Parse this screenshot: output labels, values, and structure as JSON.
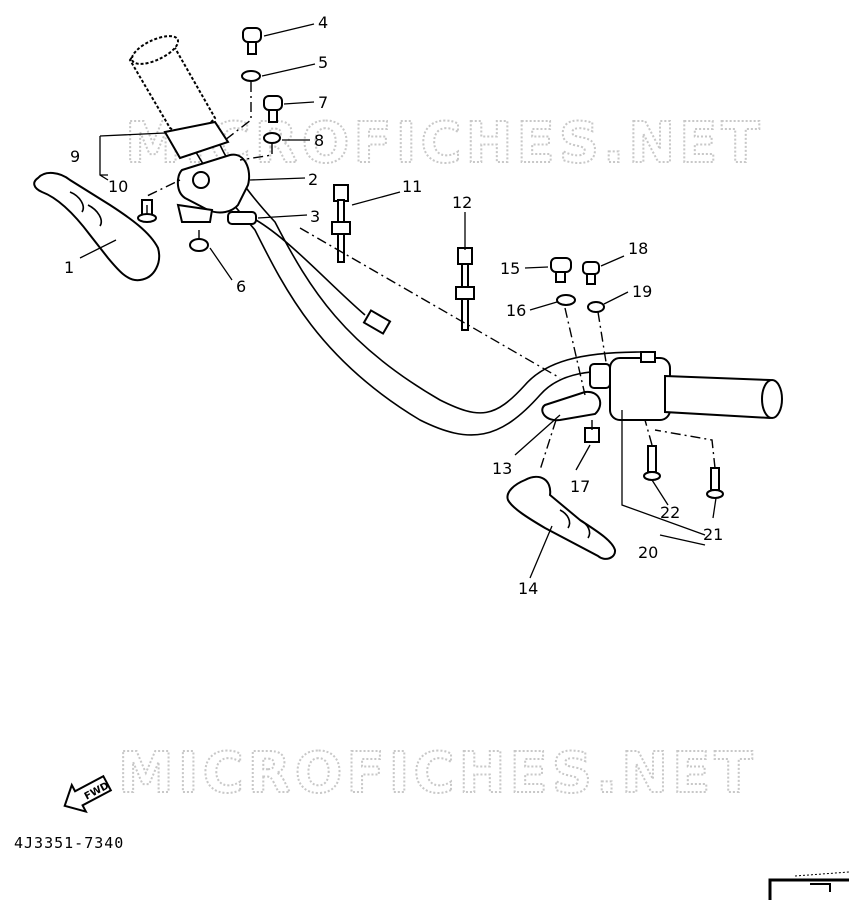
{
  "watermark": "MICROFICHES.NET",
  "diagram_code": "4J3351-7340",
  "fwd_label": "FWD",
  "callouts": {
    "c1": "1",
    "c2": "2",
    "c3": "3",
    "c4": "4",
    "c5": "5",
    "c6": "6",
    "c7": "7",
    "c8": "8",
    "c9": "9",
    "c10": "10",
    "c11": "11",
    "c12": "12",
    "c13": "13",
    "c14": "14",
    "c15": "15",
    "c16": "16",
    "c17": "17",
    "c18": "18",
    "c19": "19",
    "c20": "20",
    "c21": "21",
    "c22": "22"
  }
}
